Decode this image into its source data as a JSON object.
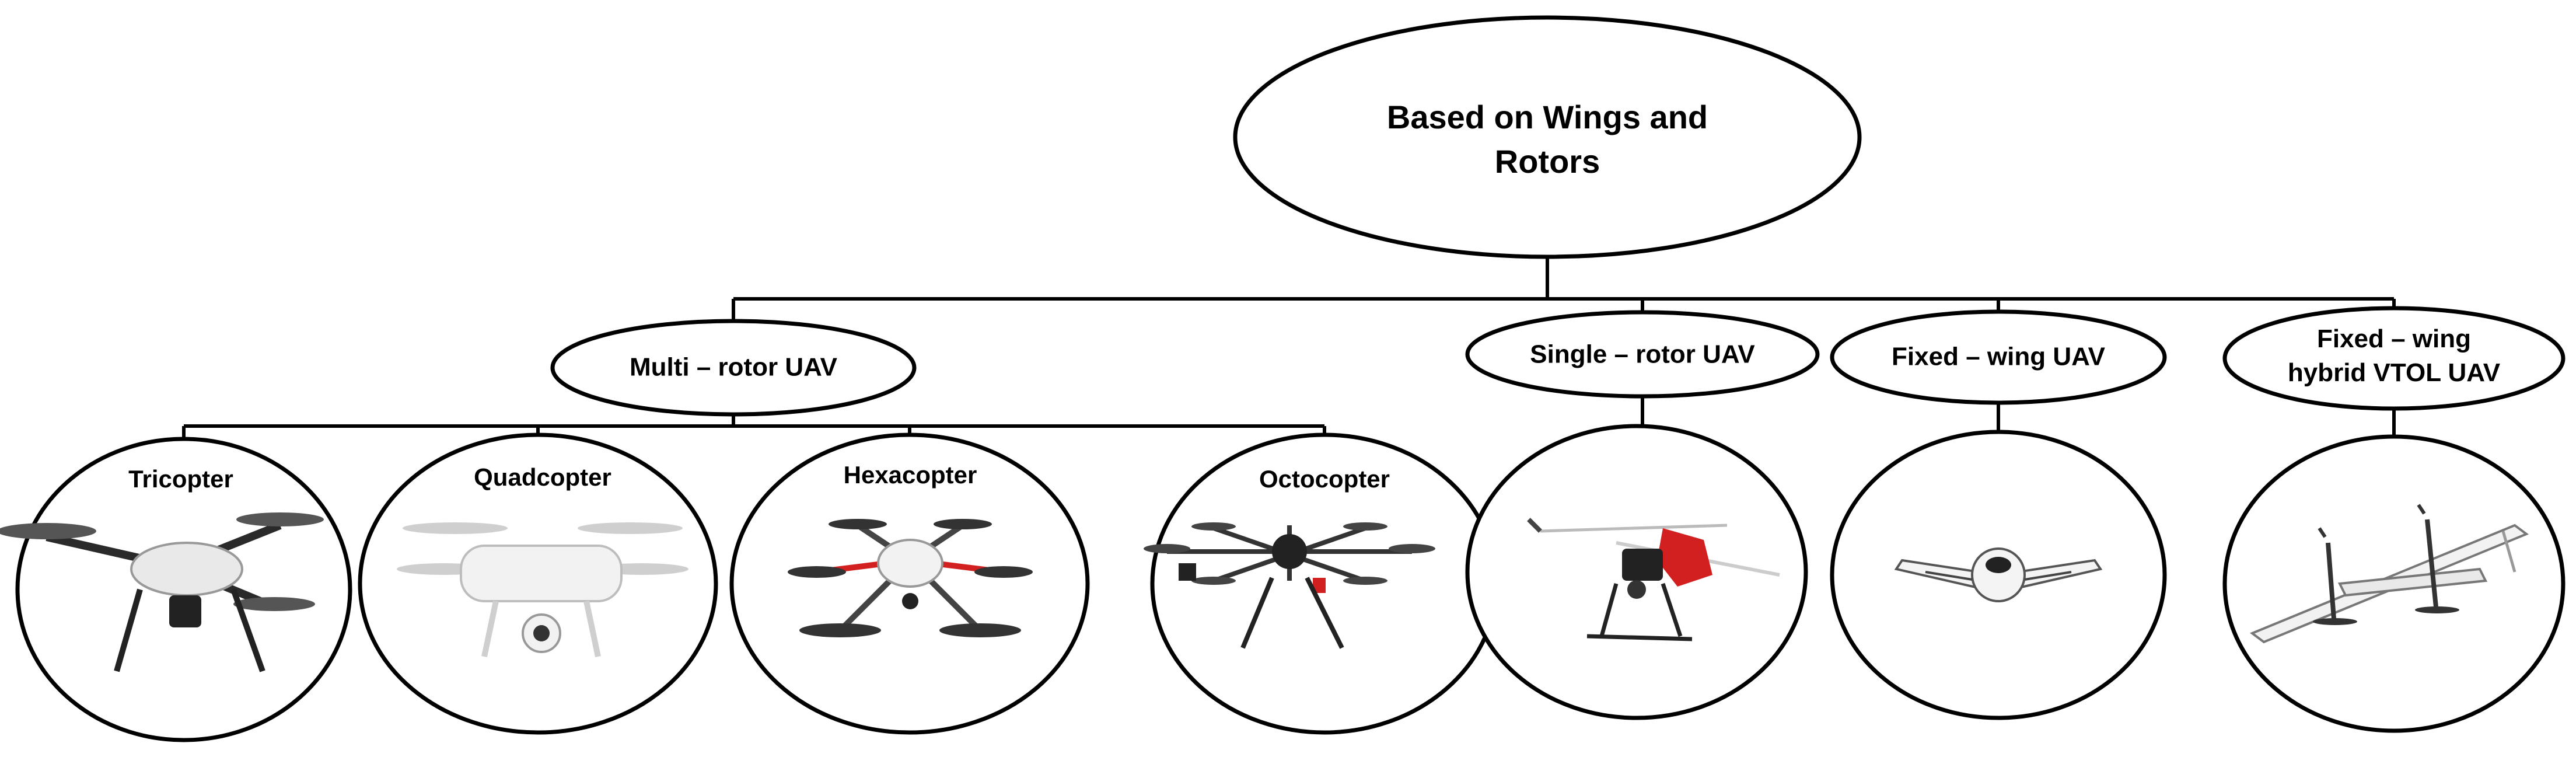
{
  "diagram": {
    "root": {
      "line1": "Based on Wings and",
      "line2": "Rotors"
    },
    "categories": {
      "multi_rotor": "Multi – rotor UAV",
      "single_rotor": "Single – rotor UAV",
      "fixed_wing": "Fixed – wing UAV",
      "hybrid_line1": "Fixed – wing",
      "hybrid_line2": "hybrid VTOL UAV"
    },
    "multi_rotor_types": {
      "tricopter": "Tricopter",
      "quadcopter": "Quadcopter",
      "hexacopter": "Hexacopter",
      "octocopter": "Octocopter"
    },
    "colors": {
      "line": "#000000",
      "fill": "#ffffff",
      "drone_body": "#e9e9e9",
      "accent_red": "#d22020"
    }
  }
}
